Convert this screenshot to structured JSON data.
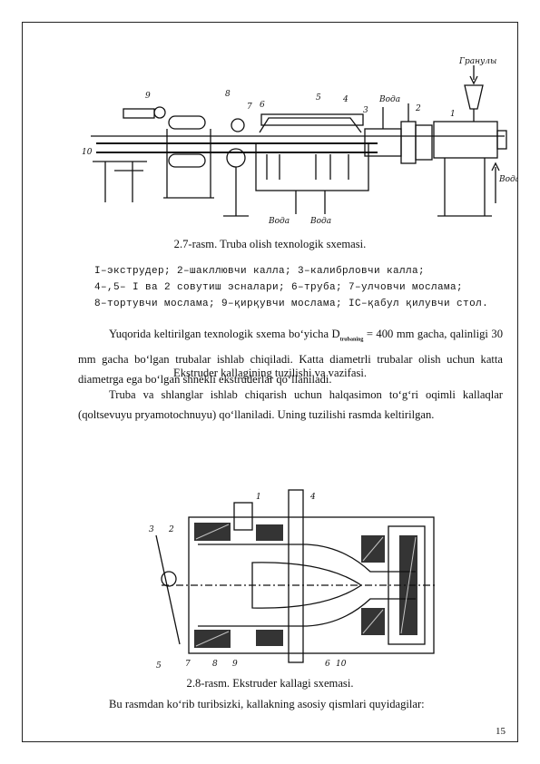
{
  "figure1": {
    "caption": "2.7-rasm. Truba olish texnologik sxemasi.",
    "labels": {
      "granule": "Гранулы",
      "water_top": "Вода",
      "water_right": "Вода",
      "water_bottom_1": "Вода",
      "water_bottom_2": "Вода",
      "n1": "1",
      "n2": "2",
      "n3": "3",
      "n4": "4",
      "n5": "5",
      "n6": "6",
      "n7": "7",
      "n8": "8",
      "n9": "9",
      "n10": "10"
    },
    "legend_lines": [
      "I–экструдер; 2–шакллювчи калла; 3–калибрловчи калла;",
      "4–,5– I ва 2 совутиш эсналари; 6–труба; 7–улчовчи мослама;",
      "8–тортувчи мослама; 9–қирқувчи мослама; IC–қабул қилувчи стол."
    ]
  },
  "paragraph1": {
    "before": "Yuqorida keltirilgan texnologik sxema bo‘yicha D",
    "subscript": "trubaning",
    "after": " = 400 mm gacha, qalinligi 30 mm gacha bo‘lgan trubalar ishlab chiqiladi. Katta diametrli trubalar olish uchun katta diametrga ega bo‘lgan shnekli ekstruderlar qo‘llaniladi."
  },
  "heading": "Ekstruder kallagining tuzilishi va vazifasi.",
  "paragraph2": "Truba va shlanglar ishlab chiqarish uchun halqasimon to‘g‘ri oqimli kallaqlar (qoltsevuyu pryamotochnuyu) qo‘llaniladi. Uning tuzilishi rasmda keltirilgan.",
  "figure2": {
    "caption": "2.8-rasm. Ekstruder kallagi sxemasi.",
    "labels": {
      "n1": "1",
      "n2": "2",
      "n3": "3",
      "n4": "4",
      "n5": "5",
      "n6": "6",
      "n7": "7",
      "n8": "8",
      "n9": "9",
      "n10": "10"
    }
  },
  "paragraph3": "Bu rasmdan ko‘rib turibsizki, kallakning asosiy qismlari quyidagilar:",
  "page_number": "15"
}
